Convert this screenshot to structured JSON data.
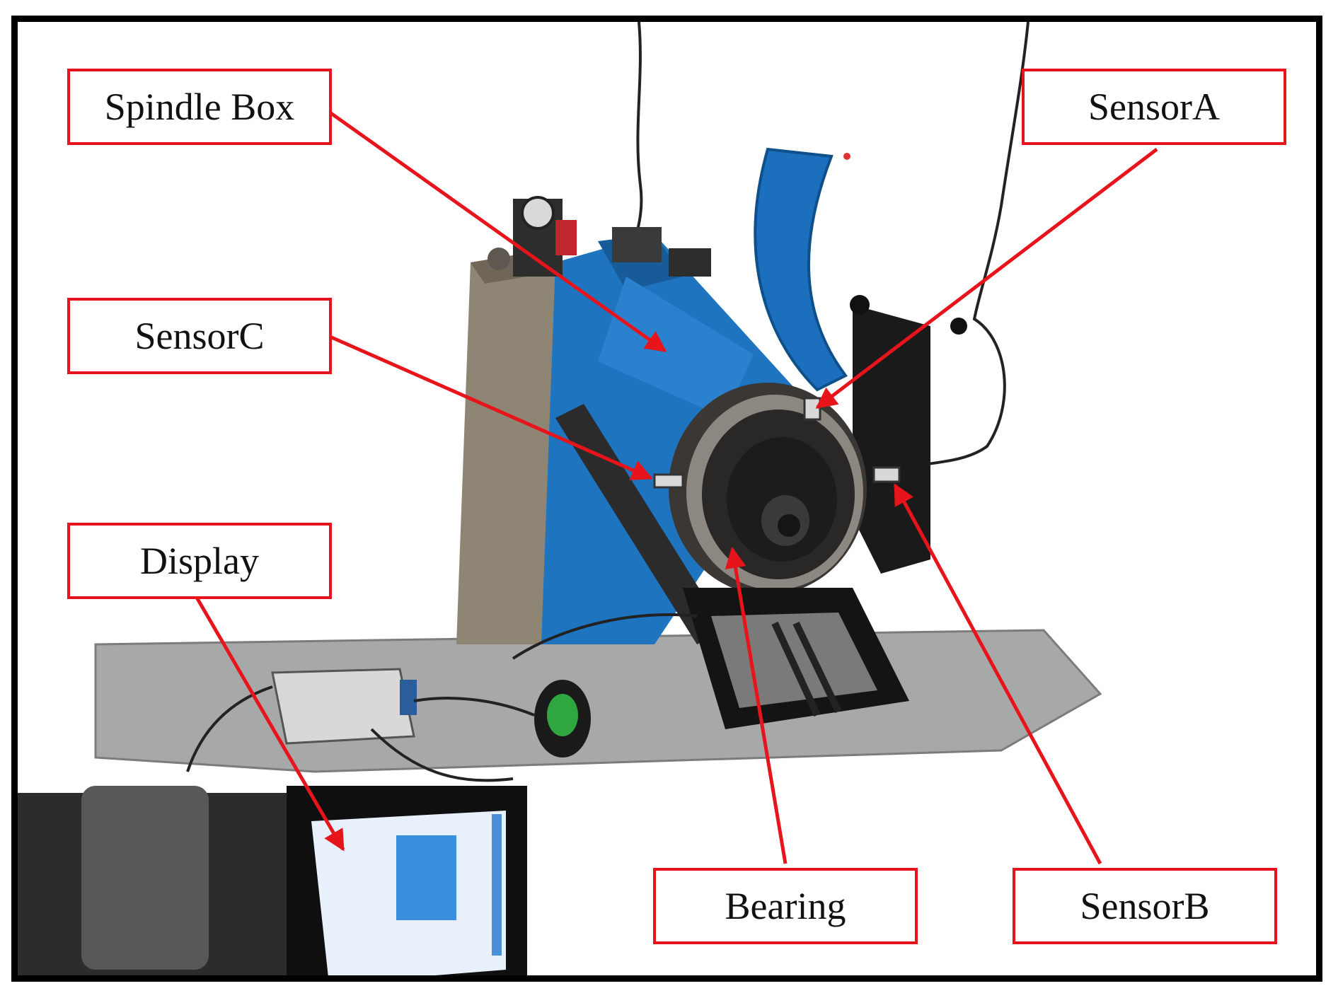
{
  "labels": {
    "spindle_box": "Spindle Box",
    "sensor_a": "SensorA",
    "sensor_c": "SensorC",
    "display": "Display",
    "bearing": "Bearing",
    "sensor_b": "SensorB"
  },
  "colors": {
    "annotation_red": "#e8141b",
    "frame_black": "#000000",
    "machine_blue": "#1e74bf",
    "floor_plate_grey": "#9a9a9a"
  }
}
